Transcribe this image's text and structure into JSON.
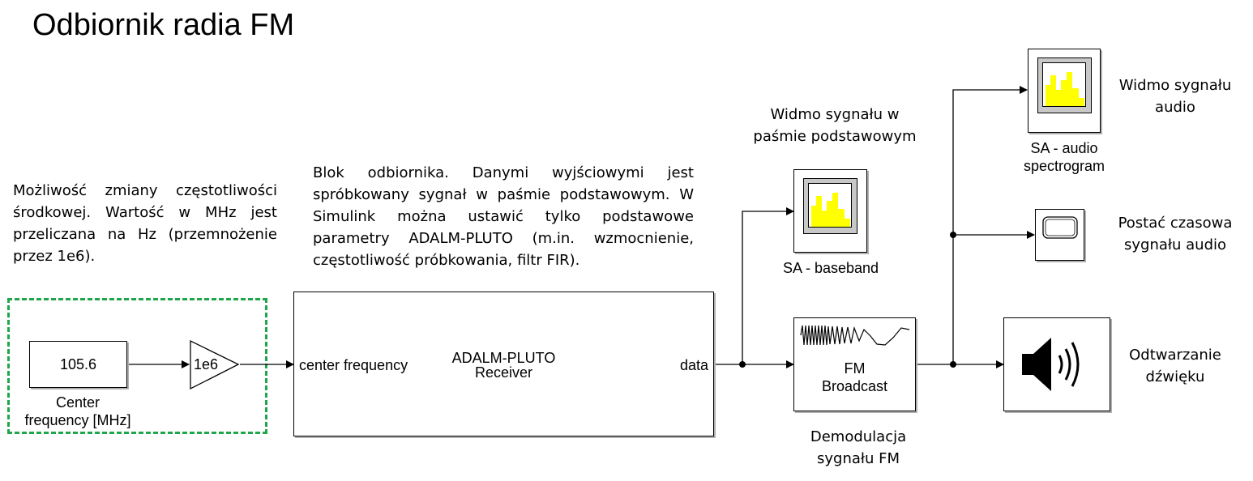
{
  "title": "Odbiornik radia FM",
  "notes": {
    "center_freq_note": "Możliwość zmiany częstotliwości środkowej. Wartość w MHz jest przeliczana na Hz (przemnożenie przez 1e6).",
    "receiver_note": "Blok odbiornika. Danymi wyjściowymi jest spróbkowany sygnał w paśmie podstawowym. W Simulink można ustawić tylko podstawowe parametry ADALM-PLUTO (m.in. wzmocnienie, częstotliwość próbkowania, filtr FIR).",
    "baseband_spectrum_note_l1": "Widmo sygnału w",
    "baseband_spectrum_note_l2": "paśmie podstawowym",
    "audio_spectrum_note_l1": "Widmo sygnału",
    "audio_spectrum_note_l2": "audio",
    "time_domain_note_l1": "Postać czasowa",
    "time_domain_note_l2": "sygnału audio",
    "playback_note_l1": "Odtwarzanie",
    "playback_note_l2": "dźwięku",
    "demod_note_l1": "Demodulacja",
    "demod_note_l2": "sygnału FM"
  },
  "blocks": {
    "constant": {
      "value": "105.6",
      "label_l1": "Center",
      "label_l2": "frequency [MHz]"
    },
    "gain": {
      "value": "1e6"
    },
    "receiver": {
      "name_l1": "ADALM-PLUTO",
      "name_l2": "Receiver",
      "in_port": "center frequency",
      "out_port": "data"
    },
    "sa_baseband": {
      "label": "SA - baseband"
    },
    "fm_broadcast": {
      "name_l1": "FM",
      "name_l2": "Broadcast"
    },
    "sa_audio": {
      "label_l1": "SA - audio",
      "label_l2": "spectrogram"
    }
  },
  "colors": {
    "dashed_box": "#1fa64a",
    "spectrum_bars": "#ffff00",
    "scope_gray": "#bdbdbd"
  },
  "icons": [
    "spectrum-analyzer-icon",
    "scope-icon",
    "speaker-icon",
    "fm-waveform-icon"
  ]
}
